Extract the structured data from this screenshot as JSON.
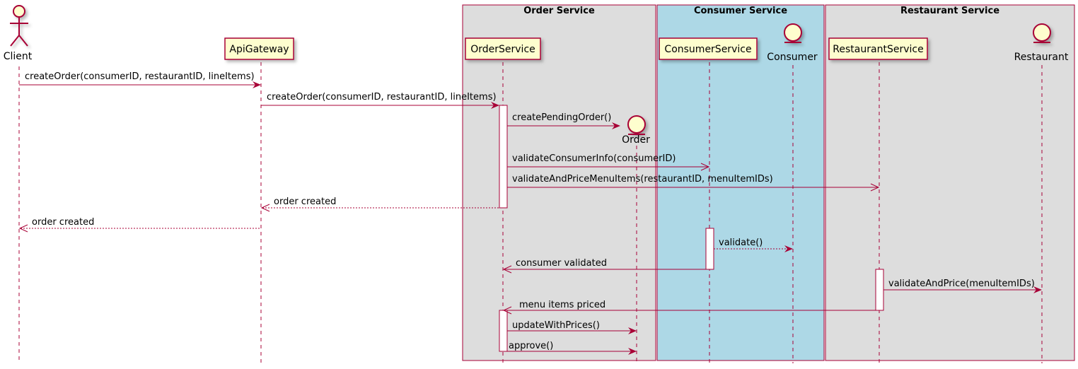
{
  "diagram": {
    "colors": {
      "line": "#A80036",
      "participant_fill": "#FEFECE",
      "box_default": "#DDDDDD",
      "box_consumer": "#ADD8E6",
      "text": "#000000"
    },
    "boxes": [
      {
        "id": "order",
        "title": "Order Service"
      },
      {
        "id": "consumer",
        "title": "Consumer Service"
      },
      {
        "id": "restaurant",
        "title": "Restaurant Service"
      }
    ],
    "participants": [
      {
        "id": "client",
        "label": "Client",
        "kind": "actor"
      },
      {
        "id": "apigw",
        "label": "ApiGateway",
        "kind": "participant"
      },
      {
        "id": "ordersvc",
        "label": "OrderService",
        "kind": "participant"
      },
      {
        "id": "order",
        "label": "Order",
        "kind": "entity"
      },
      {
        "id": "consumersvc",
        "label": "ConsumerService",
        "kind": "participant"
      },
      {
        "id": "consumer",
        "label": "Consumer",
        "kind": "entity"
      },
      {
        "id": "restaurantsvc",
        "label": "RestaurantService",
        "kind": "participant"
      },
      {
        "id": "restaurant",
        "label": "Restaurant",
        "kind": "entity"
      }
    ],
    "messages": [
      {
        "id": "m1",
        "from": "client",
        "to": "apigw",
        "label": "createOrder(consumerID, restaurantID, lineItems)",
        "style": "sync"
      },
      {
        "id": "m2",
        "from": "apigw",
        "to": "ordersvc",
        "label": "createOrder(consumerID, restaurantID, lineItems)",
        "style": "sync"
      },
      {
        "id": "m3",
        "from": "ordersvc",
        "to": "order",
        "label": "createPendingOrder()",
        "style": "create"
      },
      {
        "id": "m4",
        "from": "ordersvc",
        "to": "consumersvc",
        "label": "validateConsumerInfo(consumerID)",
        "style": "async"
      },
      {
        "id": "m5",
        "from": "ordersvc",
        "to": "restaurantsvc",
        "label": "validateAndPriceMenuItems(restaurantID, menuItemIDs)",
        "style": "async"
      },
      {
        "id": "m6",
        "from": "ordersvc",
        "to": "apigw",
        "label": "order created",
        "style": "reply"
      },
      {
        "id": "m7",
        "from": "apigw",
        "to": "client",
        "label": "order created",
        "style": "reply"
      },
      {
        "id": "m8",
        "from": "consumersvc",
        "to": "consumer",
        "label": "validate()",
        "style": "reply"
      },
      {
        "id": "m9",
        "from": "consumersvc",
        "to": "ordersvc",
        "label": "consumer validated",
        "style": "async"
      },
      {
        "id": "m10",
        "from": "restaurantsvc",
        "to": "restaurant",
        "label": "validateAndPrice(menuItemIDs)",
        "style": "sync"
      },
      {
        "id": "m11",
        "from": "restaurantsvc",
        "to": "ordersvc",
        "label": "menu items priced",
        "style": "async"
      },
      {
        "id": "m12",
        "from": "ordersvc",
        "to": "order",
        "label": "updateWithPrices()",
        "style": "sync"
      },
      {
        "id": "m13",
        "from": "ordersvc",
        "to": "order",
        "label": "approve()",
        "style": "sync"
      }
    ]
  }
}
